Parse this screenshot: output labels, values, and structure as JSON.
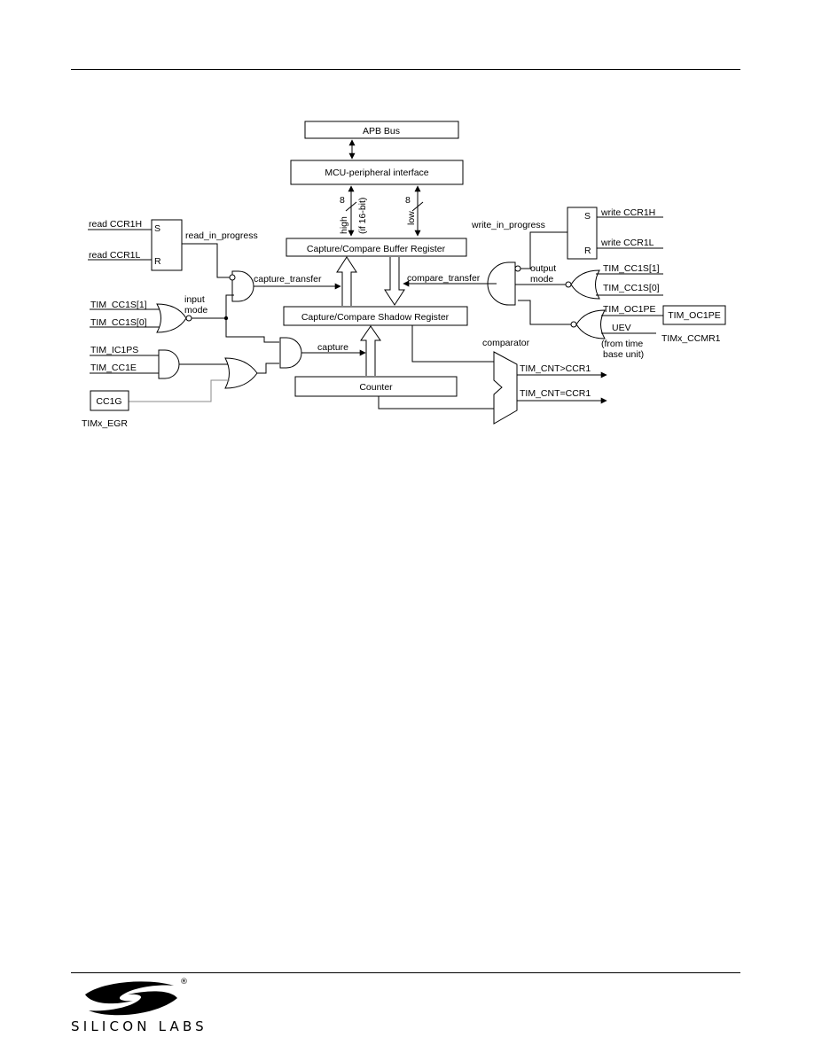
{
  "diagram": {
    "apb_bus": "APB Bus",
    "mcu_interface": "MCU-peripheral interface",
    "buffer_register": "Capture/Compare Buffer Register",
    "shadow_register": "Capture/Compare Shadow Register",
    "counter": "Counter",
    "bus_width_high": "8",
    "bus_label_high": "high",
    "bus_label_16bit": "(if 16-bit)",
    "bus_width_low": "8",
    "bus_label_low": "low",
    "read_ccr1h": "read CCR1H",
    "read_ccr1l": "read CCR1L",
    "latch_s": "S",
    "latch_r": "R",
    "read_in_progress": "read_in_progress",
    "capture_transfer": "capture_transfer",
    "tim_cc1s1_left": "TIM_CC1S[1]",
    "tim_cc1s0_left": "TIM_CC1S[0]",
    "input": "input",
    "mode_left": "mode",
    "tim_ic1ps": "TIM_IC1PS",
    "tim_cc1e": "TIM_CC1E",
    "cc1g": "CC1G",
    "timx_egr": "TIMx_EGR",
    "capture": "capture",
    "write_in_progress": "write_in_progress",
    "write_ccr1h": "write CCR1H",
    "write_ccr1l": "write CCR1L",
    "compare_transfer": "compare_transfer",
    "output": "output",
    "mode_right": "mode",
    "tim_cc1s1_right": "TIM_CC1S[1]",
    "tim_cc1s0_right": "TIM_CC1S[0]",
    "tim_oc1pe": "TIM_OC1PE",
    "tim_oc1pe_reg": "TIM_OC1PE",
    "timx_ccmr1": "TIMx_CCMR1",
    "uev": "UEV",
    "from_time": "(from time",
    "base_unit": "base unit)",
    "comparator": "comparator",
    "cnt_gt_ccr1": "TIM_CNT>CCR1",
    "cnt_eq_ccr1": "TIM_CNT=CCR1"
  },
  "footer": {
    "logo_text": "SILICON LABS",
    "registered_mark": "®"
  }
}
